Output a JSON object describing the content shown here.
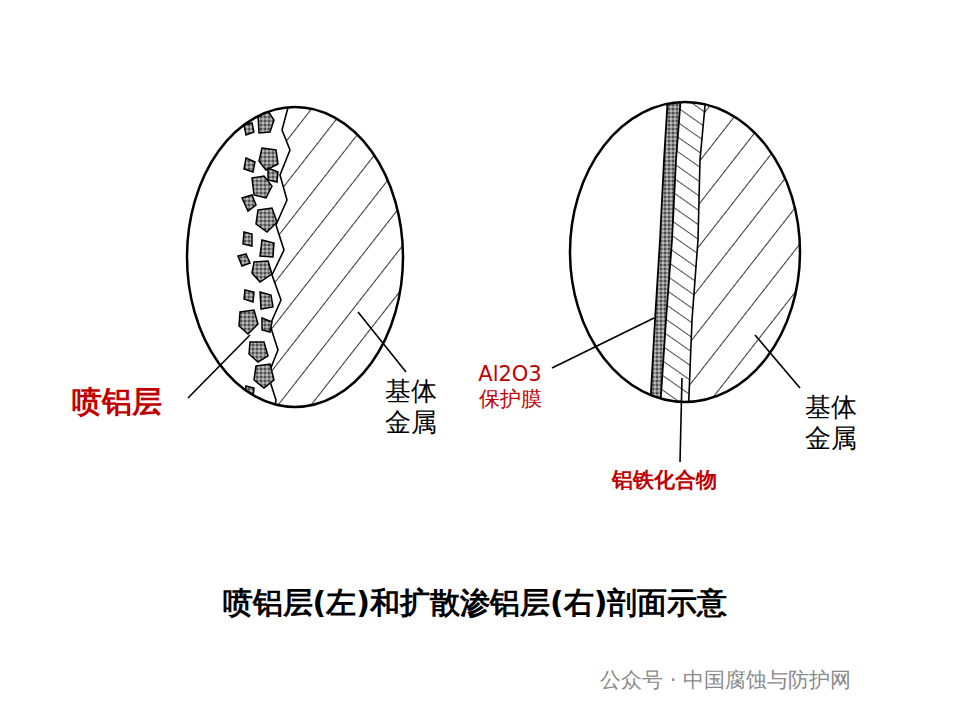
{
  "diagram": {
    "caption": "喷铝层(左)和扩散渗铝层(右)剖面示意",
    "labels": [
      "喷铝层",
      "基体 金属",
      "Al2O3 保护膜",
      "铝铁化合物",
      "基体 金属",
      "公众号 · 中国腐蚀与防护网"
    ]
  }
}
